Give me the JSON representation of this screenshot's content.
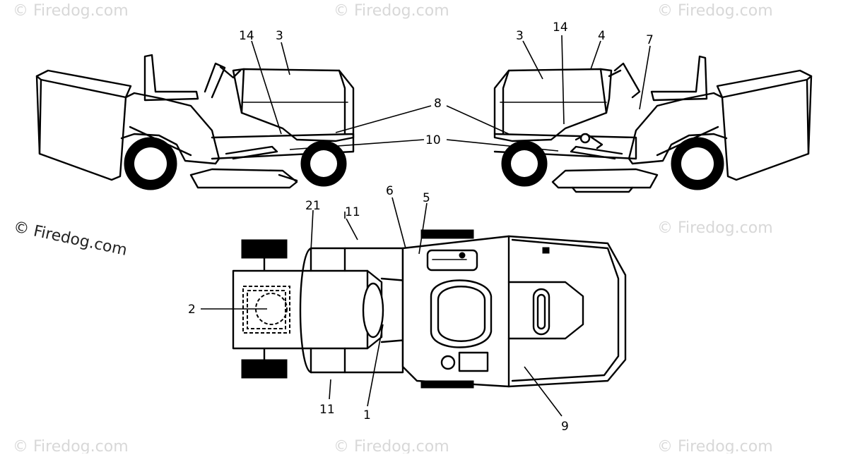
{
  "watermark": {
    "text": "© Firedog.com"
  },
  "callouts": {
    "c1": "1",
    "c2": "2",
    "c3": "3",
    "c4": "4",
    "c5": "5",
    "c6": "6",
    "c7": "7",
    "c8": "8",
    "c9": "9",
    "c10": "10",
    "c11": "11",
    "c14": "14",
    "c21": "21"
  },
  "colors": {
    "line": "#000000",
    "watermark": "#d8d8d8",
    "background": "#ffffff"
  }
}
